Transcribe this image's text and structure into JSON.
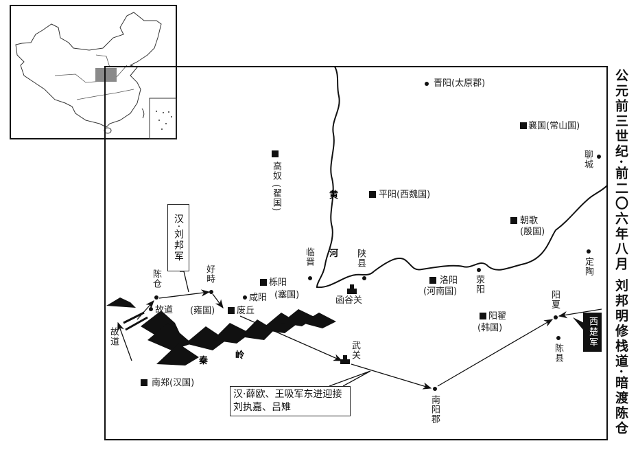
{
  "title": "公元前三世纪·前二〇六年八月 刘邦明修栈道·暗渡陈仓",
  "inset": {
    "highlight_color": "#8a8a8a"
  },
  "places": {
    "jinyang": "晋阳(太原郡)",
    "xiangguo": "襄国(常山国)",
    "liaocheng": "聊城",
    "gaonu": "高奴",
    "gaonu_state": "(翟国)",
    "pingyang": "平阳(西魏国)",
    "chaoge": "朝歌",
    "chaoge_state": "(殷国)",
    "linjin": "临晋",
    "shanxian": "陕县",
    "hanguguan": "函谷关",
    "luoyang": "洛阳",
    "luoyang_state": "(河南国)",
    "xingyang": "荥阳",
    "dingtao": "定陶",
    "yangxia": "阳夏",
    "chenxian": "陈县",
    "yangzhai": "阳翟",
    "yangzhai_state": "(韩国)",
    "nanyang": "南阳郡",
    "wuguan": "武关",
    "yueyang": "栎阳",
    "yueyang_state": "(塞国)",
    "xianyang": "咸阳",
    "feiqiu": "废丘",
    "yong_state": "(雍国)",
    "haozhi": "好畤",
    "chencang": "陈仓",
    "gudao_town": "故道",
    "gudao_road": "故道",
    "nanzheng": "南郑(汉国)"
  },
  "features": {
    "river_1": "黄",
    "river_2": "河",
    "mountain_1": "秦",
    "mountain_2": "岭"
  },
  "callouts": {
    "liubang": "汉·刘邦军",
    "xue_ou": "汉·薛欧、王吸军东进迎接刘执嘉、吕雉",
    "xichu": "西楚军"
  }
}
